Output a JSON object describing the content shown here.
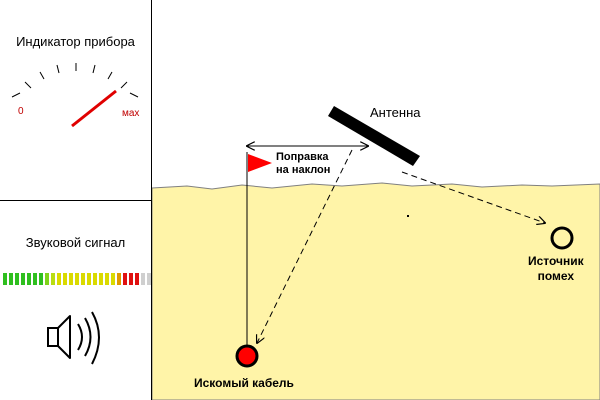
{
  "meter": {
    "title": "Индикатор прибора",
    "min_label": "0",
    "max_label": "мах",
    "needle_color": "#e00000",
    "needle_level": 0.85
  },
  "sound": {
    "title": "Звуковой сигнал",
    "segments": [
      "#2fbf1f",
      "#2fbf1f",
      "#2fbf1f",
      "#2fbf1f",
      "#2fbf1f",
      "#2fbf1f",
      "#2fbf1f",
      "#7fd31a",
      "#b9dd12",
      "#dada00",
      "#dada00",
      "#dada00",
      "#dada00",
      "#dada00",
      "#dada00",
      "#dada00",
      "#dada00",
      "#dada00",
      "#dada00",
      "#e09a00",
      "#e01010",
      "#e01010",
      "#e01010",
      "#cfcfcf",
      "#cfcfcf"
    ],
    "icon": "speaker-icon"
  },
  "scene": {
    "ground_color": "#fff4a8",
    "antenna_label": "Антенна",
    "tilt_label_line1": "Поправка",
    "tilt_label_line2": "на наклон",
    "cable_label": "Искомый кабель",
    "noise_label_line1": "Источник",
    "noise_label_line2": "помех",
    "cable_color": "#ff0000",
    "flag_color": "#ff0000"
  }
}
